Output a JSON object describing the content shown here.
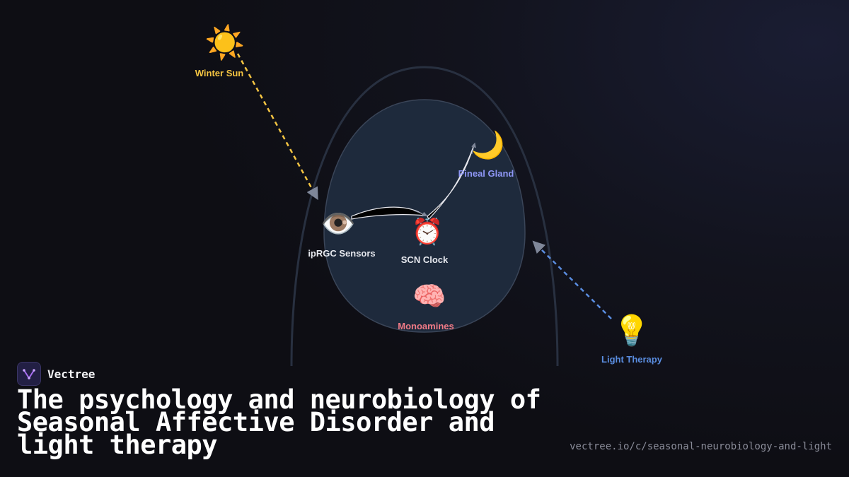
{
  "diagram": {
    "nodes": {
      "winter_sun": {
        "icon": "☀️",
        "icon_name": "sun-icon",
        "label": "Winter Sun",
        "color": "#f5c542"
      },
      "iprgc": {
        "icon": "👁️",
        "icon_name": "eye-icon",
        "label": "ipRGC Sensors",
        "color": "#e6e8ee"
      },
      "scn": {
        "icon": "⏰",
        "icon_name": "alarm-clock-icon",
        "label": "SCN Clock",
        "color": "#e6e8ee"
      },
      "pineal": {
        "icon": "🌙",
        "icon_name": "crescent-moon-icon",
        "label": "Pineal Gland",
        "color": "#8e96f5"
      },
      "monoamines": {
        "icon": "🧠",
        "icon_name": "brain-icon",
        "label": "Monoamines",
        "color": "#f07a86"
      },
      "light_therapy": {
        "icon": "💡",
        "icon_name": "light-bulb-icon",
        "label": "Light Therapy",
        "color": "#5a8de0"
      }
    },
    "edges": [
      {
        "from": "Winter Sun",
        "to": "ipRGC Sensors",
        "style": "dashed",
        "color": "#f5c542"
      },
      {
        "from": "ipRGC Sensors",
        "to": "SCN Clock",
        "style": "solid",
        "color": "#ffffff"
      },
      {
        "from": "SCN Clock",
        "to": "Pineal Gland",
        "style": "solid",
        "color": "#ffffff"
      },
      {
        "from": "Light Therapy",
        "to": "SCN Clock",
        "style": "dashed",
        "color": "#5a8de0"
      }
    ]
  },
  "brand": {
    "name": "Vectree",
    "logo_icon": "vectree-logo-icon"
  },
  "title": "The psychology and neurobiology of Seasonal Affective Disorder and light therapy",
  "url": "vectree.io/c/seasonal-neurobiology-and-light"
}
